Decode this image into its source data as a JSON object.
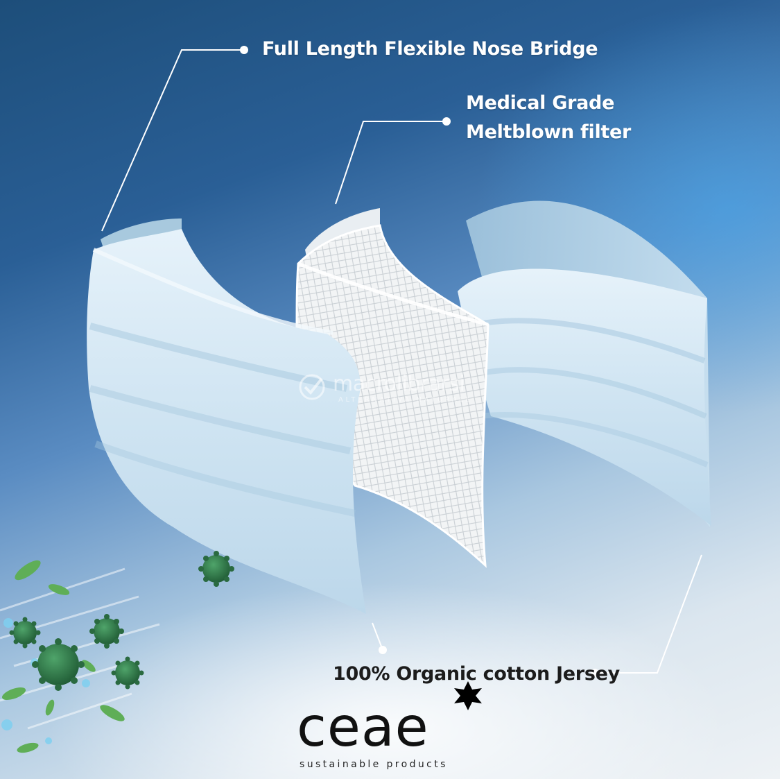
{
  "callouts": {
    "nose_bridge": "Full Length Flexible Nose Bridge",
    "filter_line1": "Medical Grade",
    "filter_line2": "Meltblown filter",
    "cotton": "100% Organic cotton Jersey"
  },
  "watermark": {
    "name": "macrolibrarsi",
    "tagline": "ALTERNATIVA NATURALE"
  },
  "brand": {
    "name": "ceae",
    "tagline": "sustainable products"
  },
  "icons": [
    "macrolibrarsi-leaf-icon",
    "ceae-asterisk-mark",
    "virus-particle-icon",
    "leaf-icon",
    "water-droplet-icon"
  ],
  "colors": {
    "background_top": "#1d4e7a",
    "background_bottom": "#eef2f5",
    "mask_layer": "#d4e8f4",
    "virus": "#2f7a4a",
    "leaf": "#5fae57",
    "callout_text": "#ffffff",
    "brand_text": "#111111"
  }
}
